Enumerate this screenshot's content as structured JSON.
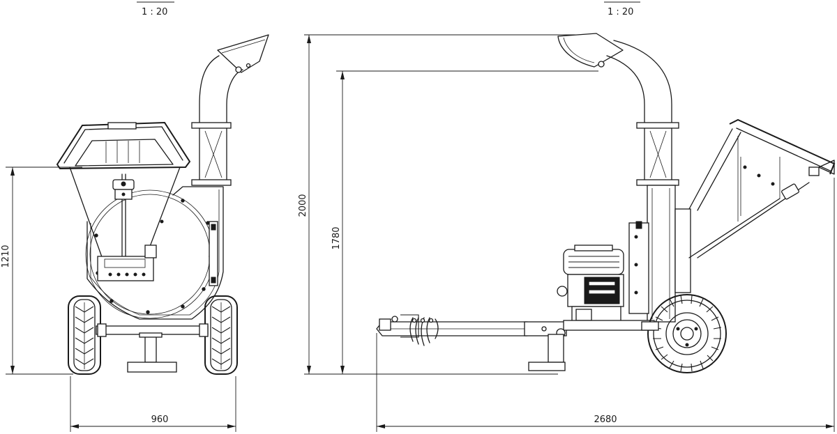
{
  "views": [
    {
      "id": "front-view",
      "scale": "1 : 20",
      "dimensions": {
        "width": "960",
        "height": "1210"
      }
    },
    {
      "id": "side-view",
      "scale": "1 : 20",
      "dimensions": {
        "length": "2680",
        "total_height": "2000",
        "chute_height": "1780"
      }
    }
  ],
  "colors": {
    "line": "#1a1a1a",
    "background": "#ffffff"
  }
}
